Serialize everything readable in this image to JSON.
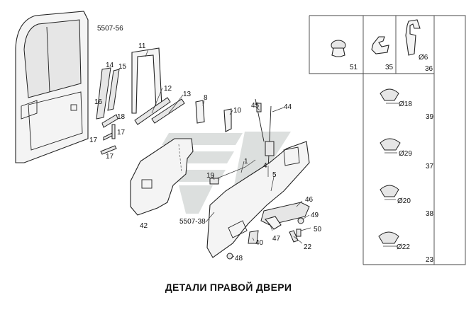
{
  "title": "ДЕТАЛИ ПРАВОЙ ДВЕРИ",
  "assembly_refs": {
    "door_frame": "5507-56",
    "door_trim": "5507-38"
  },
  "callouts": {
    "c1": "1",
    "c4": "4",
    "c5": "5",
    "c8": "8",
    "c10": "10",
    "c11": "11",
    "c12": "12",
    "c13": "13",
    "c14": "14",
    "c15": "15",
    "c16": "16",
    "c17a": "17",
    "c17b": "17",
    "c17c": "17",
    "c18": "18",
    "c19": "19",
    "c22": "22",
    "c40": "40",
    "c42": "42",
    "c44": "44",
    "c45": "45",
    "c46": "46",
    "c47": "47",
    "c48": "48",
    "c49": "49",
    "c50": "50"
  },
  "side_panel": {
    "top_labels": {
      "p51": "51",
      "p35": "35",
      "p36": "36"
    },
    "diam6": "Ø6",
    "buttons": [
      {
        "diameter": "Ø18",
        "num": "39"
      },
      {
        "diameter": "Ø29",
        "num": "37"
      },
      {
        "diameter": "Ø20",
        "num": "38"
      },
      {
        "diameter": "Ø22",
        "num": "23"
      }
    ]
  }
}
